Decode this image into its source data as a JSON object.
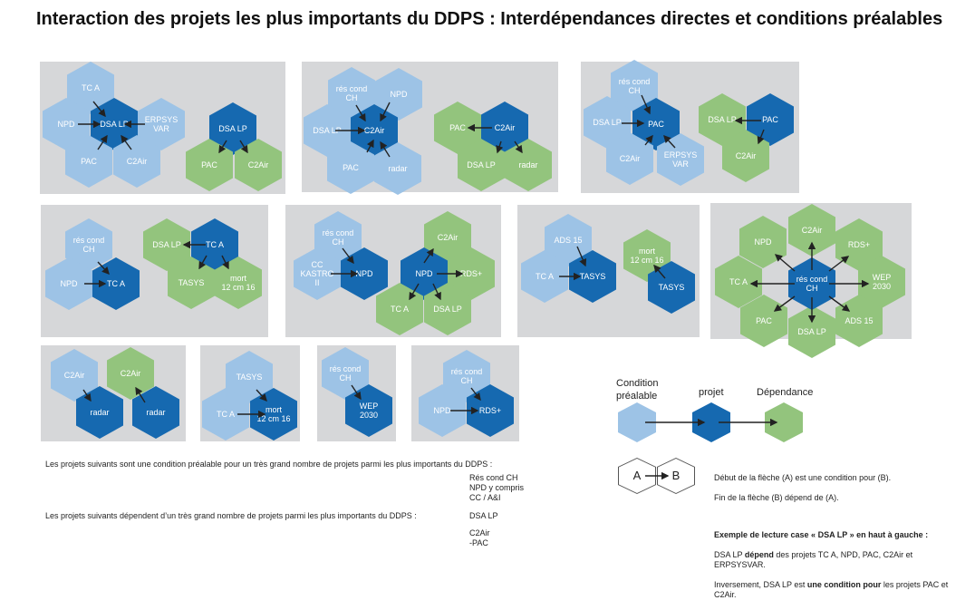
{
  "title": "Interaction des projets les plus importants du DDPS : Interdépendances directes et conditions préalables",
  "colors": {
    "condition": "#9dc3e6",
    "projet": "#1669b0",
    "dependance": "#93c47d",
    "panel": "#d6d7d9"
  },
  "panels": [
    {
      "hexes": [
        "TC A",
        "NPD",
        "DSA LP",
        "ERPSYS\nVAR",
        "PAC",
        "C2Air",
        "DSA LP",
        "PAC",
        "C2Air"
      ]
    },
    {
      "hexes": [
        "rés cond\nCH",
        "NPD",
        "DSA LP",
        "C2Air",
        "PAC",
        "radar",
        "PAC",
        "C2Air",
        "DSA LP",
        "radar"
      ]
    },
    {
      "hexes": [
        "rés cond\nCH",
        "DSA LP",
        "PAC",
        "C2Air",
        "ERPSYS\nVAR",
        "DSA LP",
        "PAC",
        "C2Air"
      ]
    },
    {
      "hexes": [
        "rés cond\nCH",
        "NPD",
        "TC A",
        "DSA LP",
        "TC A",
        "TASYS",
        "mort\n12 cm 16"
      ]
    },
    {
      "hexes": [
        "rés cond\nCH",
        "CC\nKASTRO\nII",
        "NPD",
        "C2Air",
        "NPD",
        "RDS+",
        "TC A",
        "DSA LP"
      ]
    },
    {
      "hexes": [
        "ADS 15",
        "TC A",
        "TASYS",
        "mort\n12 cm 16",
        "TASYS"
      ]
    },
    {
      "hexes": [
        "rés cond\nCH",
        "NPD",
        "C2Air",
        "RDS+",
        "TC A",
        "WEP\n2030",
        "PAC",
        "DSA LP",
        "ADS 15"
      ]
    },
    {
      "hexes": [
        "C2Air",
        "radar",
        "C2Air",
        "radar"
      ]
    },
    {
      "hexes": [
        "TASYS",
        "TC A",
        "mort\n12 cm 16"
      ]
    },
    {
      "hexes": [
        "rés cond\nCH",
        "WEP\n2030"
      ]
    },
    {
      "hexes": [
        "rés cond\nCH",
        "NPD",
        "RDS+"
      ]
    }
  ],
  "legend": {
    "condition": "Condition\npréalable",
    "projet": "projet",
    "dependance": "Dépendance",
    "a": "A",
    "b": "B",
    "line1": "Début de la flèche (A) est une condition pour (B).",
    "line2": "Fin de la flèche (B) dépend de (A).",
    "example_title": "Exemple de lecture case « DSA LP » en haut à gauche :",
    "ex1a": "DSA LP ",
    "ex1b": "dépend",
    "ex1c": " des projets TC A, NPD, PAC, C2Air et ERPSYSVAR.",
    "ex2a": "Inversement, DSA LP est ",
    "ex2b": "une condition pour",
    "ex2c": " les projets PAC et C2Air."
  },
  "notes": {
    "prereq_text": "Les projets suivants sont une condition préalable pour un très grand nombre de projets parmi les plus importants du DDPS :",
    "prereq_list": "Rés cond CH\nNPD y compris\nCC / A&I",
    "dep_text": "Les projets suivants dépendent d’un très grand nombre de projets parmi les plus importants du DDPS :",
    "dep_list1": "DSA LP",
    "dep_list2": "C2Air\n-PAC"
  }
}
